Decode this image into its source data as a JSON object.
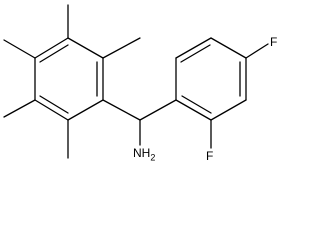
{
  "molecule": {
    "labels": {
      "fluorine_top": "F",
      "fluorine_bottom": "F",
      "amine": "NH2"
    },
    "colors": {
      "bond": "#000000",
      "text": "#000000",
      "background": "#ffffff"
    }
  }
}
